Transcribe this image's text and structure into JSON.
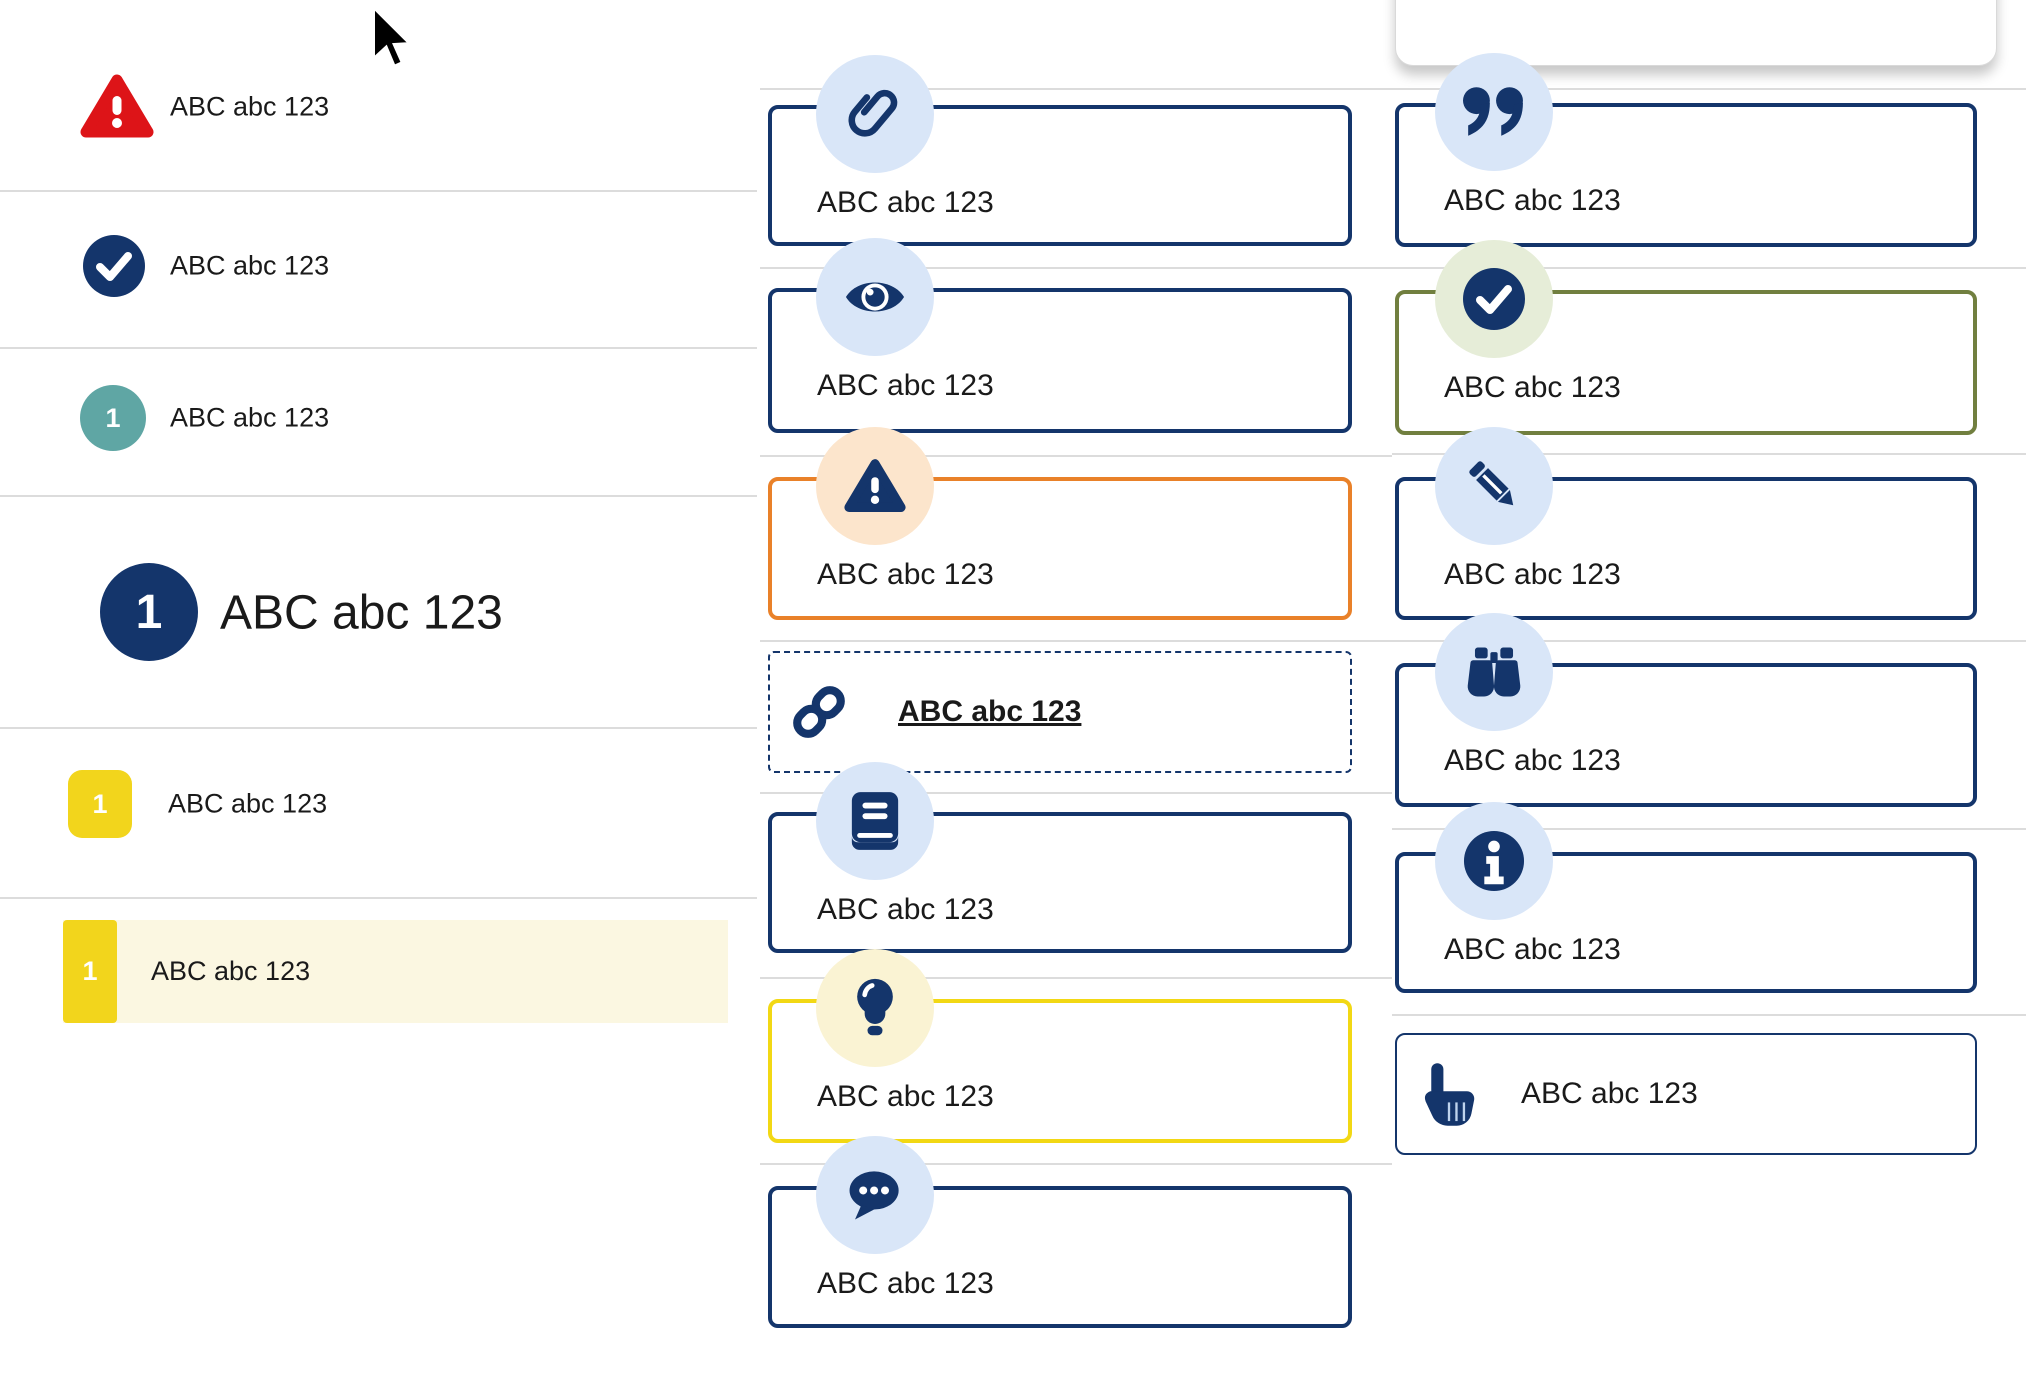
{
  "window": {
    "background": "#ffffff"
  },
  "cursor": {
    "icon": "mouse-cursor-arrow"
  },
  "colors": {
    "navy": "#14356B",
    "text": "#1A1A1A",
    "divider": "#DCDCDC",
    "red": "#DD1418",
    "teal": "#5FA6A4",
    "yellow_badge": "#F2D51C",
    "yellow_border": "#F2D814",
    "cream_highlight": "#FBF7E1",
    "orange_border": "#E98129",
    "peach_circle": "#FCE5CC",
    "light_blue_circle": "#D9E6F8",
    "pale_yellow_circle": "#FAF3D3",
    "pale_green_circle": "#E6EDD8",
    "olive_border": "#717F3F"
  },
  "left_list": {
    "items": [
      {
        "icon": "warning-triangle-icon",
        "label": "ABC abc 123"
      },
      {
        "icon": "check-circle-icon",
        "label": "ABC abc 123"
      },
      {
        "icon": "teal-number-badge",
        "badge": "1",
        "label": "ABC abc 123"
      },
      {
        "icon": "navy-number-badge-large",
        "badge": "1",
        "label": "ABC abc 123",
        "variant": "heading"
      },
      {
        "icon": "yellow-number-badge",
        "badge": "1",
        "label": "ABC abc 123"
      },
      {
        "icon": "yellow-number-badge",
        "badge": "1",
        "label": "ABC abc 123",
        "variant": "highlighted-row"
      }
    ]
  },
  "middle_callouts": [
    {
      "icon": "paperclip-icon",
      "label": "ABC abc 123",
      "style": "navy"
    },
    {
      "icon": "eye-icon",
      "label": "ABC abc 123",
      "style": "navy"
    },
    {
      "icon": "warning-triangle-icon",
      "label": "ABC abc 123",
      "style": "orange"
    },
    {
      "icon": "link-icon",
      "label": "ABC abc 123",
      "style": "dashed-link"
    },
    {
      "icon": "book-icon",
      "label": "ABC abc 123",
      "style": "navy"
    },
    {
      "icon": "lightbulb-icon",
      "label": "ABC abc 123",
      "style": "yellow"
    },
    {
      "icon": "chat-bubble-icon",
      "label": "ABC abc 123",
      "style": "navy"
    }
  ],
  "right_callouts": [
    {
      "icon": "quote-icon",
      "label": "ABC abc 123",
      "style": "navy"
    },
    {
      "icon": "check-circle-icon",
      "label": "ABC abc 123",
      "style": "green"
    },
    {
      "icon": "pencil-icon",
      "label": "ABC abc 123",
      "style": "navy"
    },
    {
      "icon": "binoculars-icon",
      "label": "ABC abc 123",
      "style": "navy"
    },
    {
      "icon": "info-icon",
      "label": "ABC abc 123",
      "style": "navy"
    },
    {
      "icon": "hand-point-up-icon",
      "label": "ABC abc 123",
      "style": "navy-thin"
    }
  ]
}
